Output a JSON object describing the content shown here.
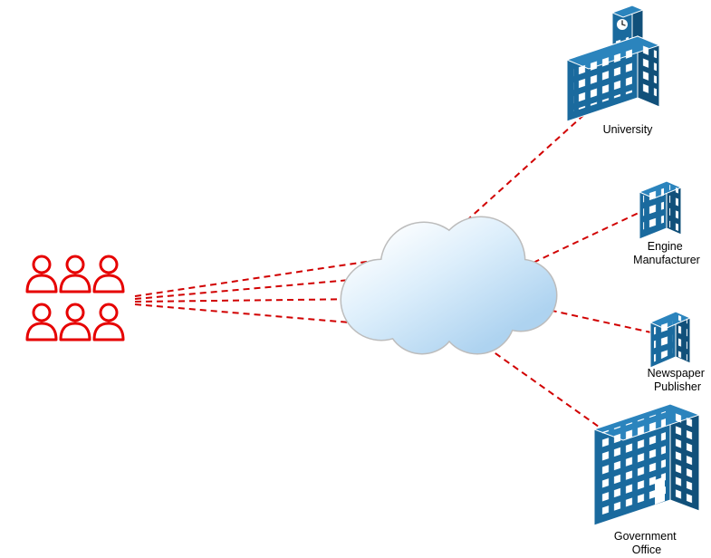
{
  "diagram": {
    "type": "network",
    "nodes": {
      "users": {
        "kind": "user-group",
        "icon": "people-icons",
        "count": 6
      },
      "cloud": {
        "kind": "cloud",
        "icon": "cloud-shape"
      },
      "university": {
        "kind": "building",
        "label": "University"
      },
      "engine_manufacturer": {
        "kind": "building",
        "label_line1": "Engine",
        "label_line2": "Manufacturer"
      },
      "newspaper_publisher": {
        "kind": "building",
        "label_line1": "Newspaper",
        "label_line2": "Publisher"
      },
      "government_office": {
        "kind": "building",
        "label_line1": "Government",
        "label_line2": "Office"
      }
    },
    "edges": [
      {
        "from": "users",
        "to": "cloud"
      },
      {
        "from": "users",
        "to": "cloud"
      },
      {
        "from": "users",
        "to": "cloud"
      },
      {
        "from": "users",
        "to": "cloud"
      },
      {
        "from": "cloud",
        "to": "university"
      },
      {
        "from": "cloud",
        "to": "engine_manufacturer"
      },
      {
        "from": "cloud",
        "to": "newspaper_publisher"
      },
      {
        "from": "cloud",
        "to": "government_office"
      }
    ],
    "edge_style": "dashed",
    "colors": {
      "connector": "#d10000",
      "users": "#e60000",
      "building_front": "#1a6a9e",
      "building_side": "#11507a",
      "building_top": "#2b84bd",
      "label_text": "#000000",
      "cloud_fill_top": "#ffffff",
      "cloud_fill_bottom": "#aed3f0"
    }
  }
}
